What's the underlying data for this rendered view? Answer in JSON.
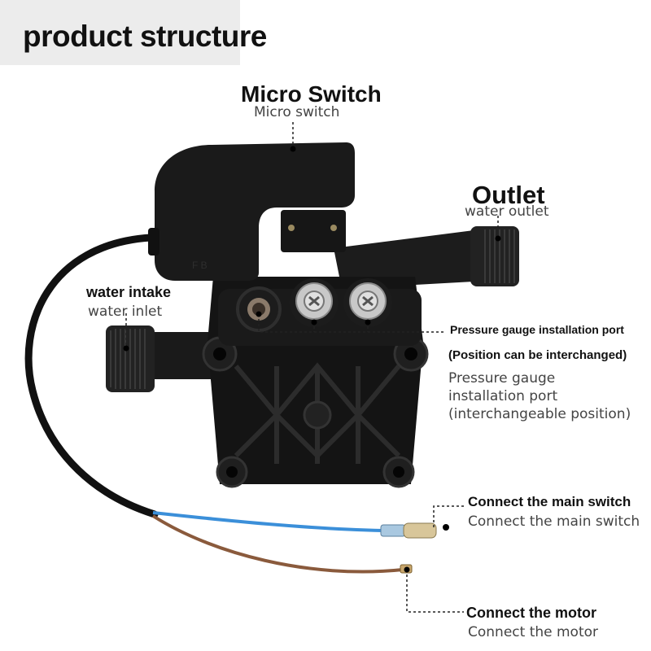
{
  "title": "product structure",
  "labels": {
    "micro_switch": {
      "primary": "Micro Switch",
      "secondary": "Micro switch"
    },
    "outlet": {
      "primary": "Outlet",
      "secondary": "water outlet"
    },
    "water_intake": {
      "primary": "water intake",
      "secondary": "water inlet"
    },
    "pressure_gauge": {
      "primary": "Pressure gauge installation port",
      "note": "(Position can be interchanged)",
      "secondary_line1": "Pressure gauge",
      "secondary_line2": "installation port",
      "secondary_line3": "(interchangeable position)"
    },
    "main_switch": {
      "primary": "Connect the main switch",
      "secondary": "Connect the main switch"
    },
    "motor": {
      "primary": "Connect the motor",
      "secondary": "Connect the motor"
    }
  },
  "colors": {
    "pump_body": "#141414",
    "fittings": "#c8c8c8",
    "blue_wire": "#3b8fd9",
    "brown_wire": "#8a5a3c",
    "leader_line": "#222222"
  }
}
